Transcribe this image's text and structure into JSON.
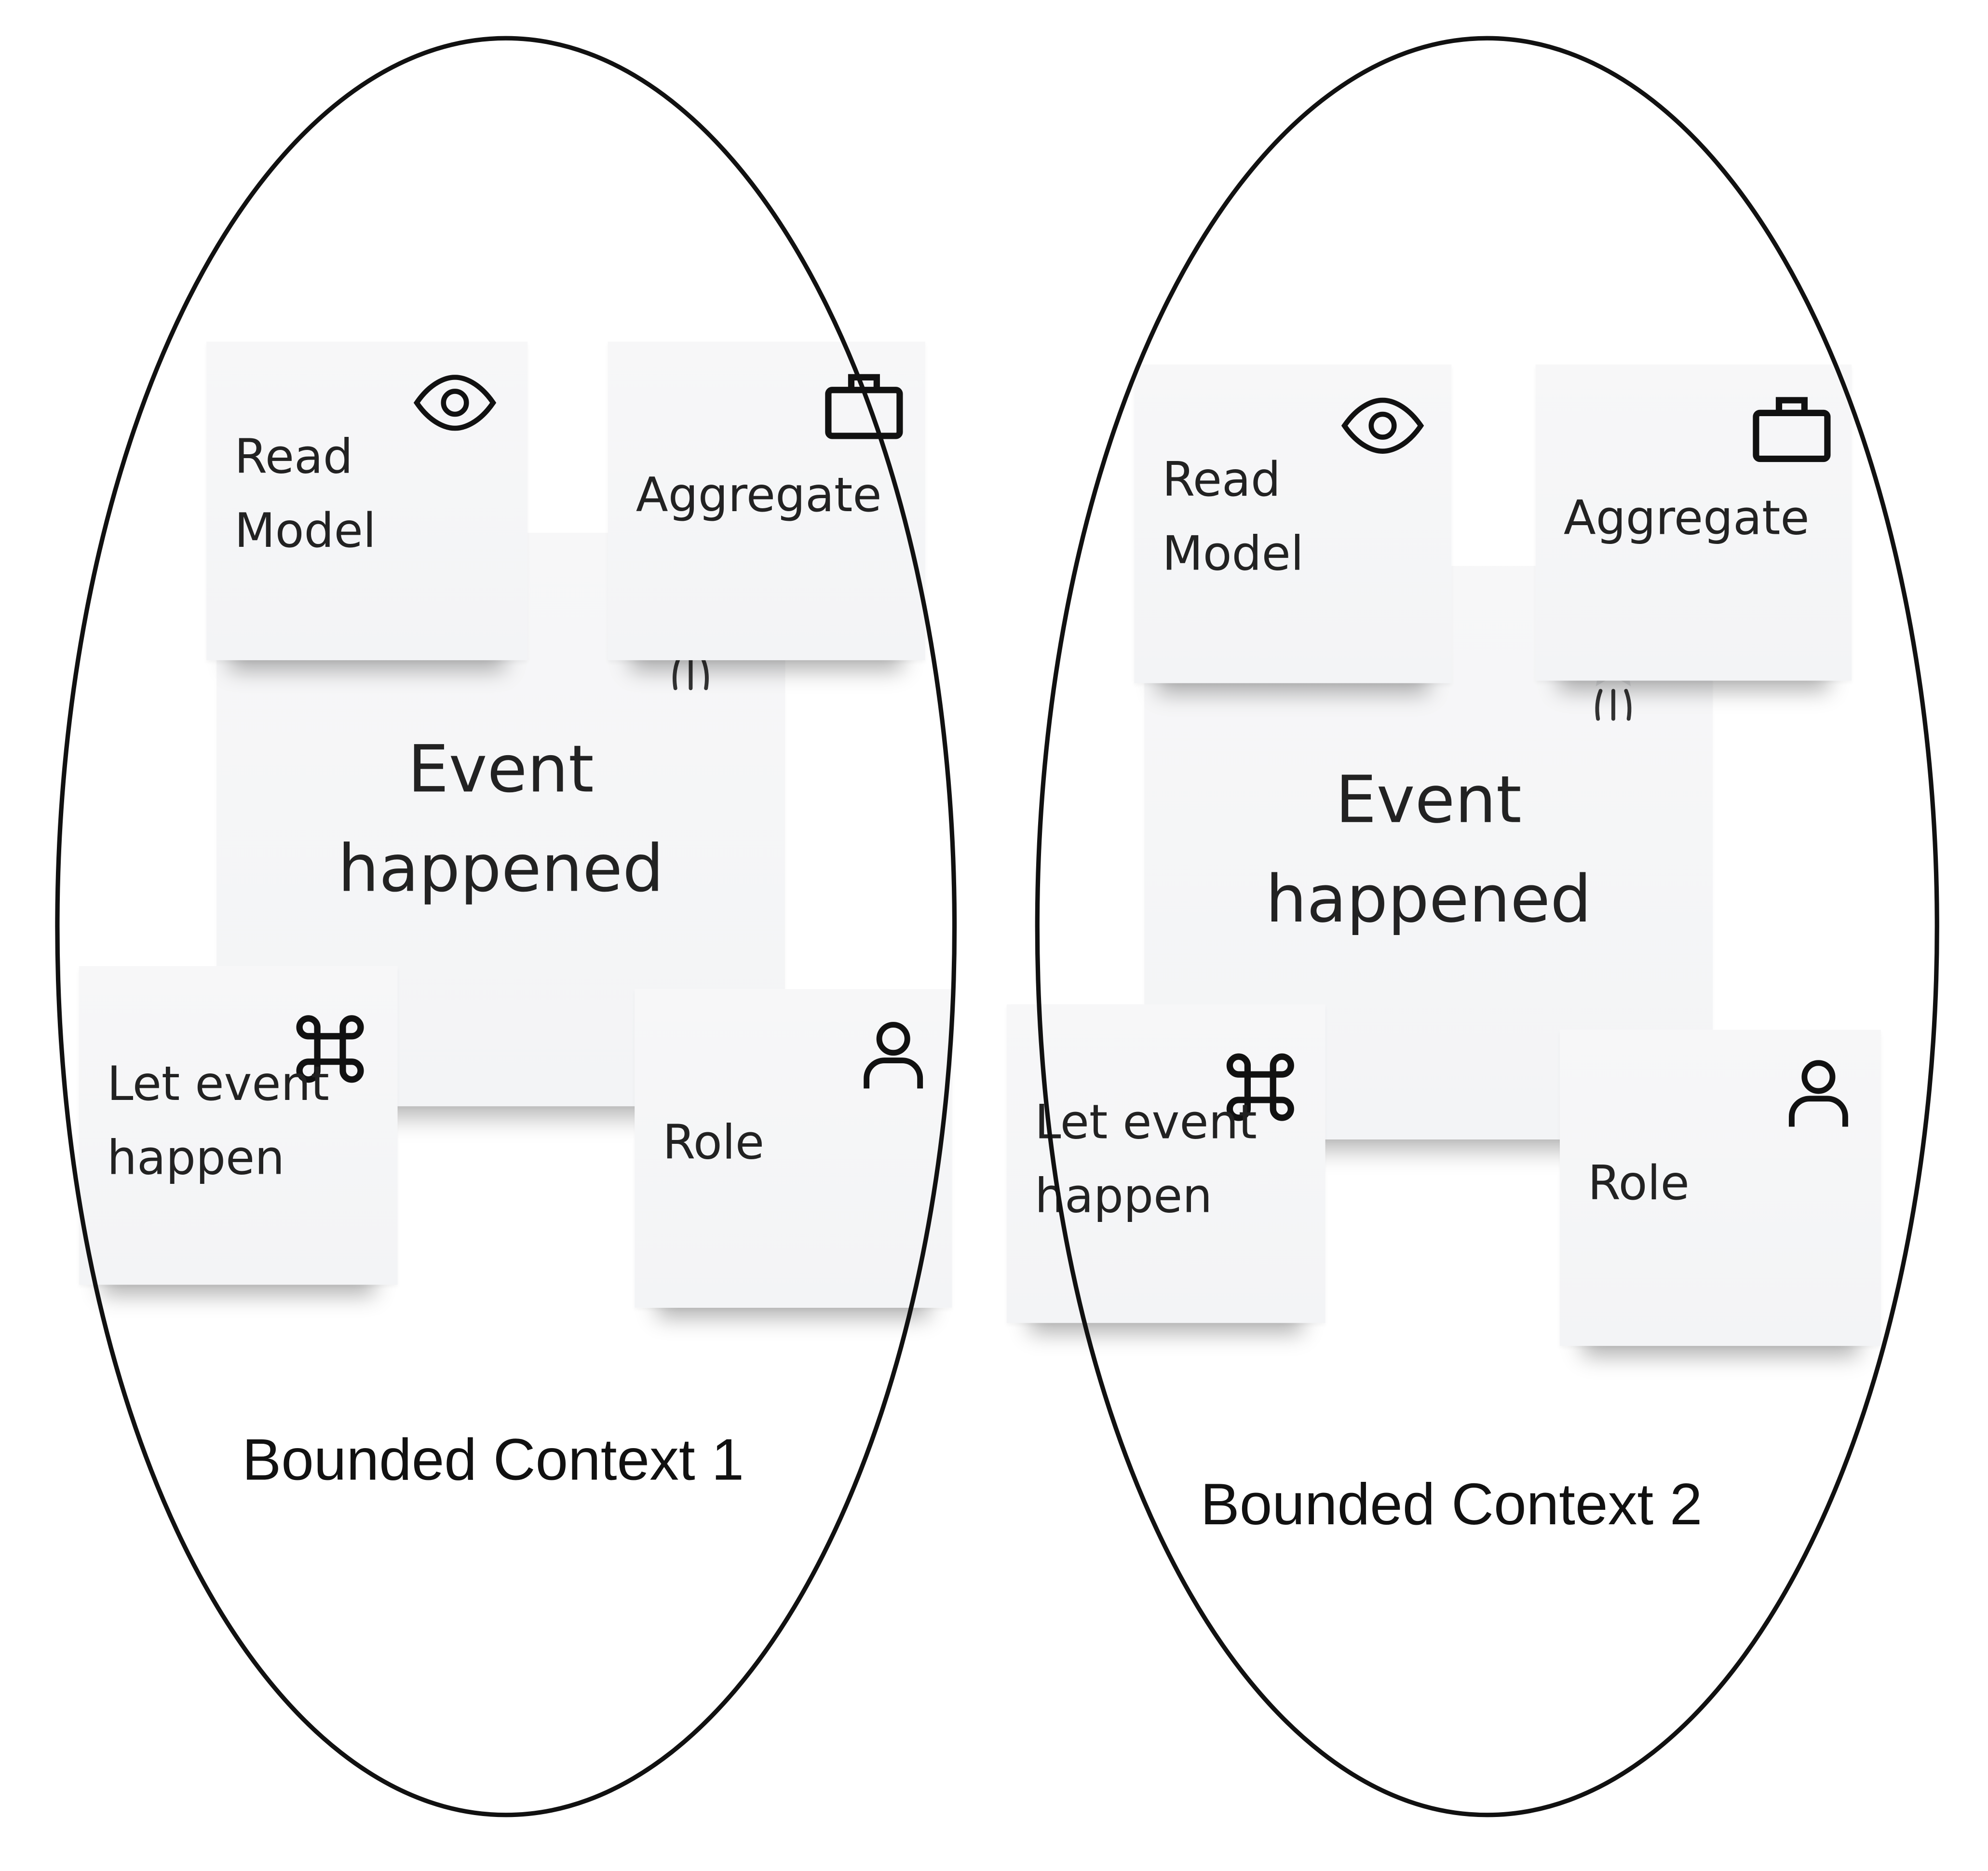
{
  "contexts": [
    {
      "title": "Bounded Context 1",
      "event": {
        "label": "Event\nhappened",
        "icon": "event-sparkle-icon"
      },
      "read_model": {
        "label": "Read\nModel",
        "icon": "eye-icon"
      },
      "aggregate": {
        "label": "Aggregate",
        "icon": "briefcase-icon"
      },
      "command": {
        "label": "Let event\nhappen",
        "icon": "command-key-icon"
      },
      "role": {
        "label": "Role",
        "icon": "person-icon"
      }
    },
    {
      "title": "Bounded Context 2",
      "event": {
        "label": "Event\nhappened",
        "icon": "event-sparkle-icon"
      },
      "read_model": {
        "label": "Read\nModel",
        "icon": "eye-icon"
      },
      "aggregate": {
        "label": "Aggregate",
        "icon": "briefcase-icon"
      },
      "command": {
        "label": "Let event\nhappen",
        "icon": "command-key-icon"
      },
      "role": {
        "label": "Role",
        "icon": "person-icon"
      }
    }
  ],
  "colors": {
    "sticky": "#f5f6f7",
    "outline": "#111111",
    "text": "#222222"
  }
}
